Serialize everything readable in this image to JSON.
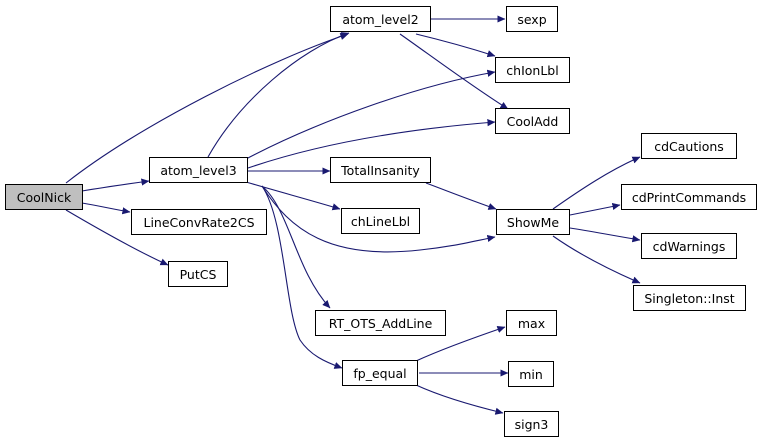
{
  "diagram": {
    "colors": {
      "edge": "#191970",
      "root_fill": "#bfbfbf",
      "node_fill": "#ffffff",
      "border": "#000000"
    },
    "nodes": {
      "coolnick": "CoolNick",
      "atom_level2": "atom_level2",
      "sexp": "sexp",
      "chionlbl": "chIonLbl",
      "cooladd": "CoolAdd",
      "atom_level3": "atom_level3",
      "totalinsanity": "TotalInsanity",
      "cdcautions": "cdCautions",
      "cdprintcommands": "cdPrintCommands",
      "lineconvrate2cs": "LineConvRate2CS",
      "chlinelbl": "chLineLbl",
      "showme": "ShowMe",
      "cdwarnings": "cdWarnings",
      "putcs": "PutCS",
      "singleton_inst": "Singleton::Inst",
      "rt_ots_addline": "RT_OTS_AddLine",
      "max": "max",
      "fp_equal": "fp_equal",
      "min": "min",
      "sign3": "sign3"
    },
    "edges": [
      [
        "coolnick",
        "atom_level2"
      ],
      [
        "coolnick",
        "atom_level3"
      ],
      [
        "coolnick",
        "lineconvrate2cs"
      ],
      [
        "coolnick",
        "putcs"
      ],
      [
        "atom_level3",
        "atom_level2"
      ],
      [
        "atom_level3",
        "chionlbl"
      ],
      [
        "atom_level3",
        "cooladd"
      ],
      [
        "atom_level3",
        "totalinsanity"
      ],
      [
        "atom_level3",
        "chlinelbl"
      ],
      [
        "atom_level3",
        "showme"
      ],
      [
        "atom_level3",
        "rt_ots_addline"
      ],
      [
        "atom_level3",
        "fp_equal"
      ],
      [
        "atom_level2",
        "sexp"
      ],
      [
        "atom_level2",
        "chionlbl"
      ],
      [
        "atom_level2",
        "cooladd"
      ],
      [
        "totalinsanity",
        "showme"
      ],
      [
        "showme",
        "cdcautions"
      ],
      [
        "showme",
        "cdprintcommands"
      ],
      [
        "showme",
        "cdwarnings"
      ],
      [
        "showme",
        "singleton_inst"
      ],
      [
        "fp_equal",
        "max"
      ],
      [
        "fp_equal",
        "min"
      ],
      [
        "fp_equal",
        "sign3"
      ]
    ]
  }
}
